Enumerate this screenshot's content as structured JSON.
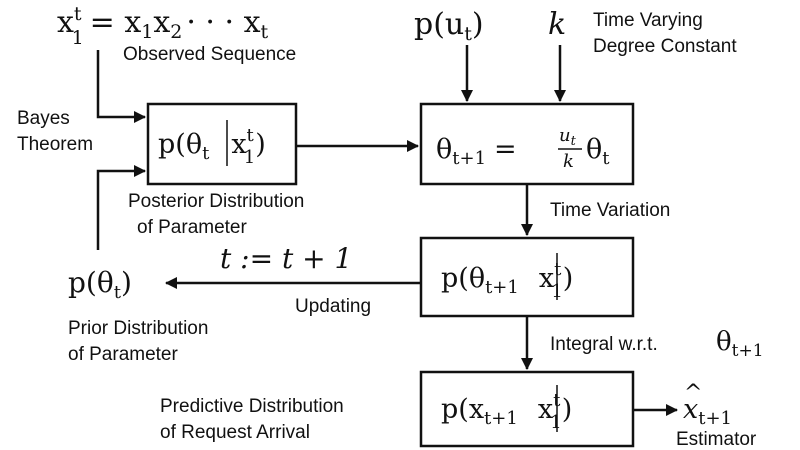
{
  "top": {
    "sequence_eq": {
      "base": "x",
      "sup": "t",
      "sub": "1",
      "rhs_1": "= x",
      "rhs_1_sub": "1",
      "rhs_2": "x",
      "rhs_2_sub": "2",
      "rhs_dots": "· · · x",
      "rhs_last_sub": "t"
    },
    "observed_sequence": "Observed Sequence",
    "p_u": {
      "pre": "p(u",
      "sub": "t",
      "post": ")"
    },
    "k": "k",
    "time_varying_line1": "Time Varying",
    "time_varying_line2": "Degree Constant"
  },
  "left": {
    "bayes_line1": "Bayes",
    "bayes_line2": "Theorem",
    "prior": {
      "pre": "p(θ",
      "sub": "t",
      "post": ")"
    },
    "prior_label_line1": "Prior Distribution",
    "prior_label_line2": "of Parameter"
  },
  "boxes": {
    "posterior": {
      "pre": "p(θ",
      "sub": "t",
      "cond_var": "x",
      "cond_sup": "t",
      "cond_sub": "1",
      "close": ")"
    },
    "posterior_label_line1": "Posterior Distribution",
    "posterior_label_line2": "of Parameter",
    "transition": {
      "lhs": "θ",
      "lhs_sub": "t+1",
      "eq": "=",
      "num": "u",
      "num_sub": "t",
      "den": "k",
      "rhs": "θ",
      "rhs_sub": "t"
    },
    "time_variation": "Time Variation",
    "updated": {
      "pre": "p(θ",
      "sub": "t+1",
      "cond_var": "x",
      "cond_sup": "t",
      "cond_sub": "1",
      "close": ")"
    },
    "update_eq": "t := t + 1",
    "updating": "Updating",
    "integral_label": "Integral w.r.t.",
    "integral_var": {
      "base": "θ",
      "sub": "t+1"
    },
    "predictive": {
      "pre": "p(x",
      "sub": "t+1",
      "cond_var": "x",
      "cond_sup": "t",
      "cond_sub": "1",
      "close": ")"
    },
    "predictive_label_line1": "Predictive Distribution",
    "predictive_label_line2": "of Request Arrival"
  },
  "output": {
    "estimator_hat": "^",
    "estimator_base": "x",
    "estimator_sub": "t+1",
    "estimator_label": "Estimator"
  }
}
